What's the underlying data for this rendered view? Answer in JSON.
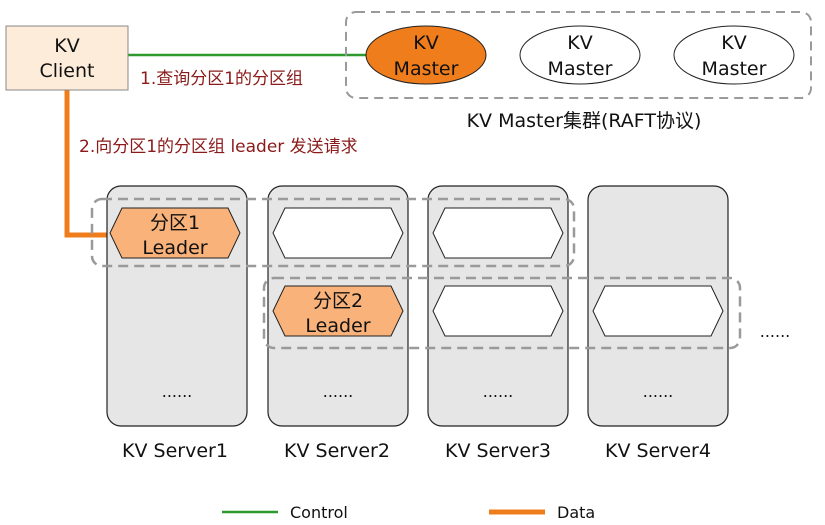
{
  "client": {
    "line1": "KV",
    "line2": "Client"
  },
  "masters": [
    {
      "line1": "KV",
      "line2": "Master",
      "leader": true
    },
    {
      "line1": "KV",
      "line2": "Master",
      "leader": false
    },
    {
      "line1": "KV",
      "line2": "Master",
      "leader": false
    }
  ],
  "cluster_label": "KV Master集群(RAFT协议)",
  "steps": {
    "step1": "1.查询分区1的分区组",
    "step2": "2.向分区1的分区组 leader 发送请求"
  },
  "partitions": {
    "p1": {
      "line1": "分区1",
      "line2": "Leader"
    },
    "p2": {
      "line1": "分区2",
      "line2": "Leader"
    }
  },
  "servers": [
    {
      "label": "KV Server1",
      "ellipsis": "......"
    },
    {
      "label": "KV Server2",
      "ellipsis": "......"
    },
    {
      "label": "KV Server3",
      "ellipsis": "......"
    },
    {
      "label": "KV Server4",
      "ellipsis": "......"
    }
  ],
  "more": "......",
  "legend": {
    "control": "Control",
    "data": "Data"
  },
  "colors": {
    "control": "#2e9a2e",
    "data": "#f07d1c",
    "leader_master": "#f07d1c",
    "partition_leader": "#f8b27a",
    "client_bg": "#fdecd9",
    "server_bg": "#e6e6e6",
    "step_text": "#8b1a1a"
  }
}
